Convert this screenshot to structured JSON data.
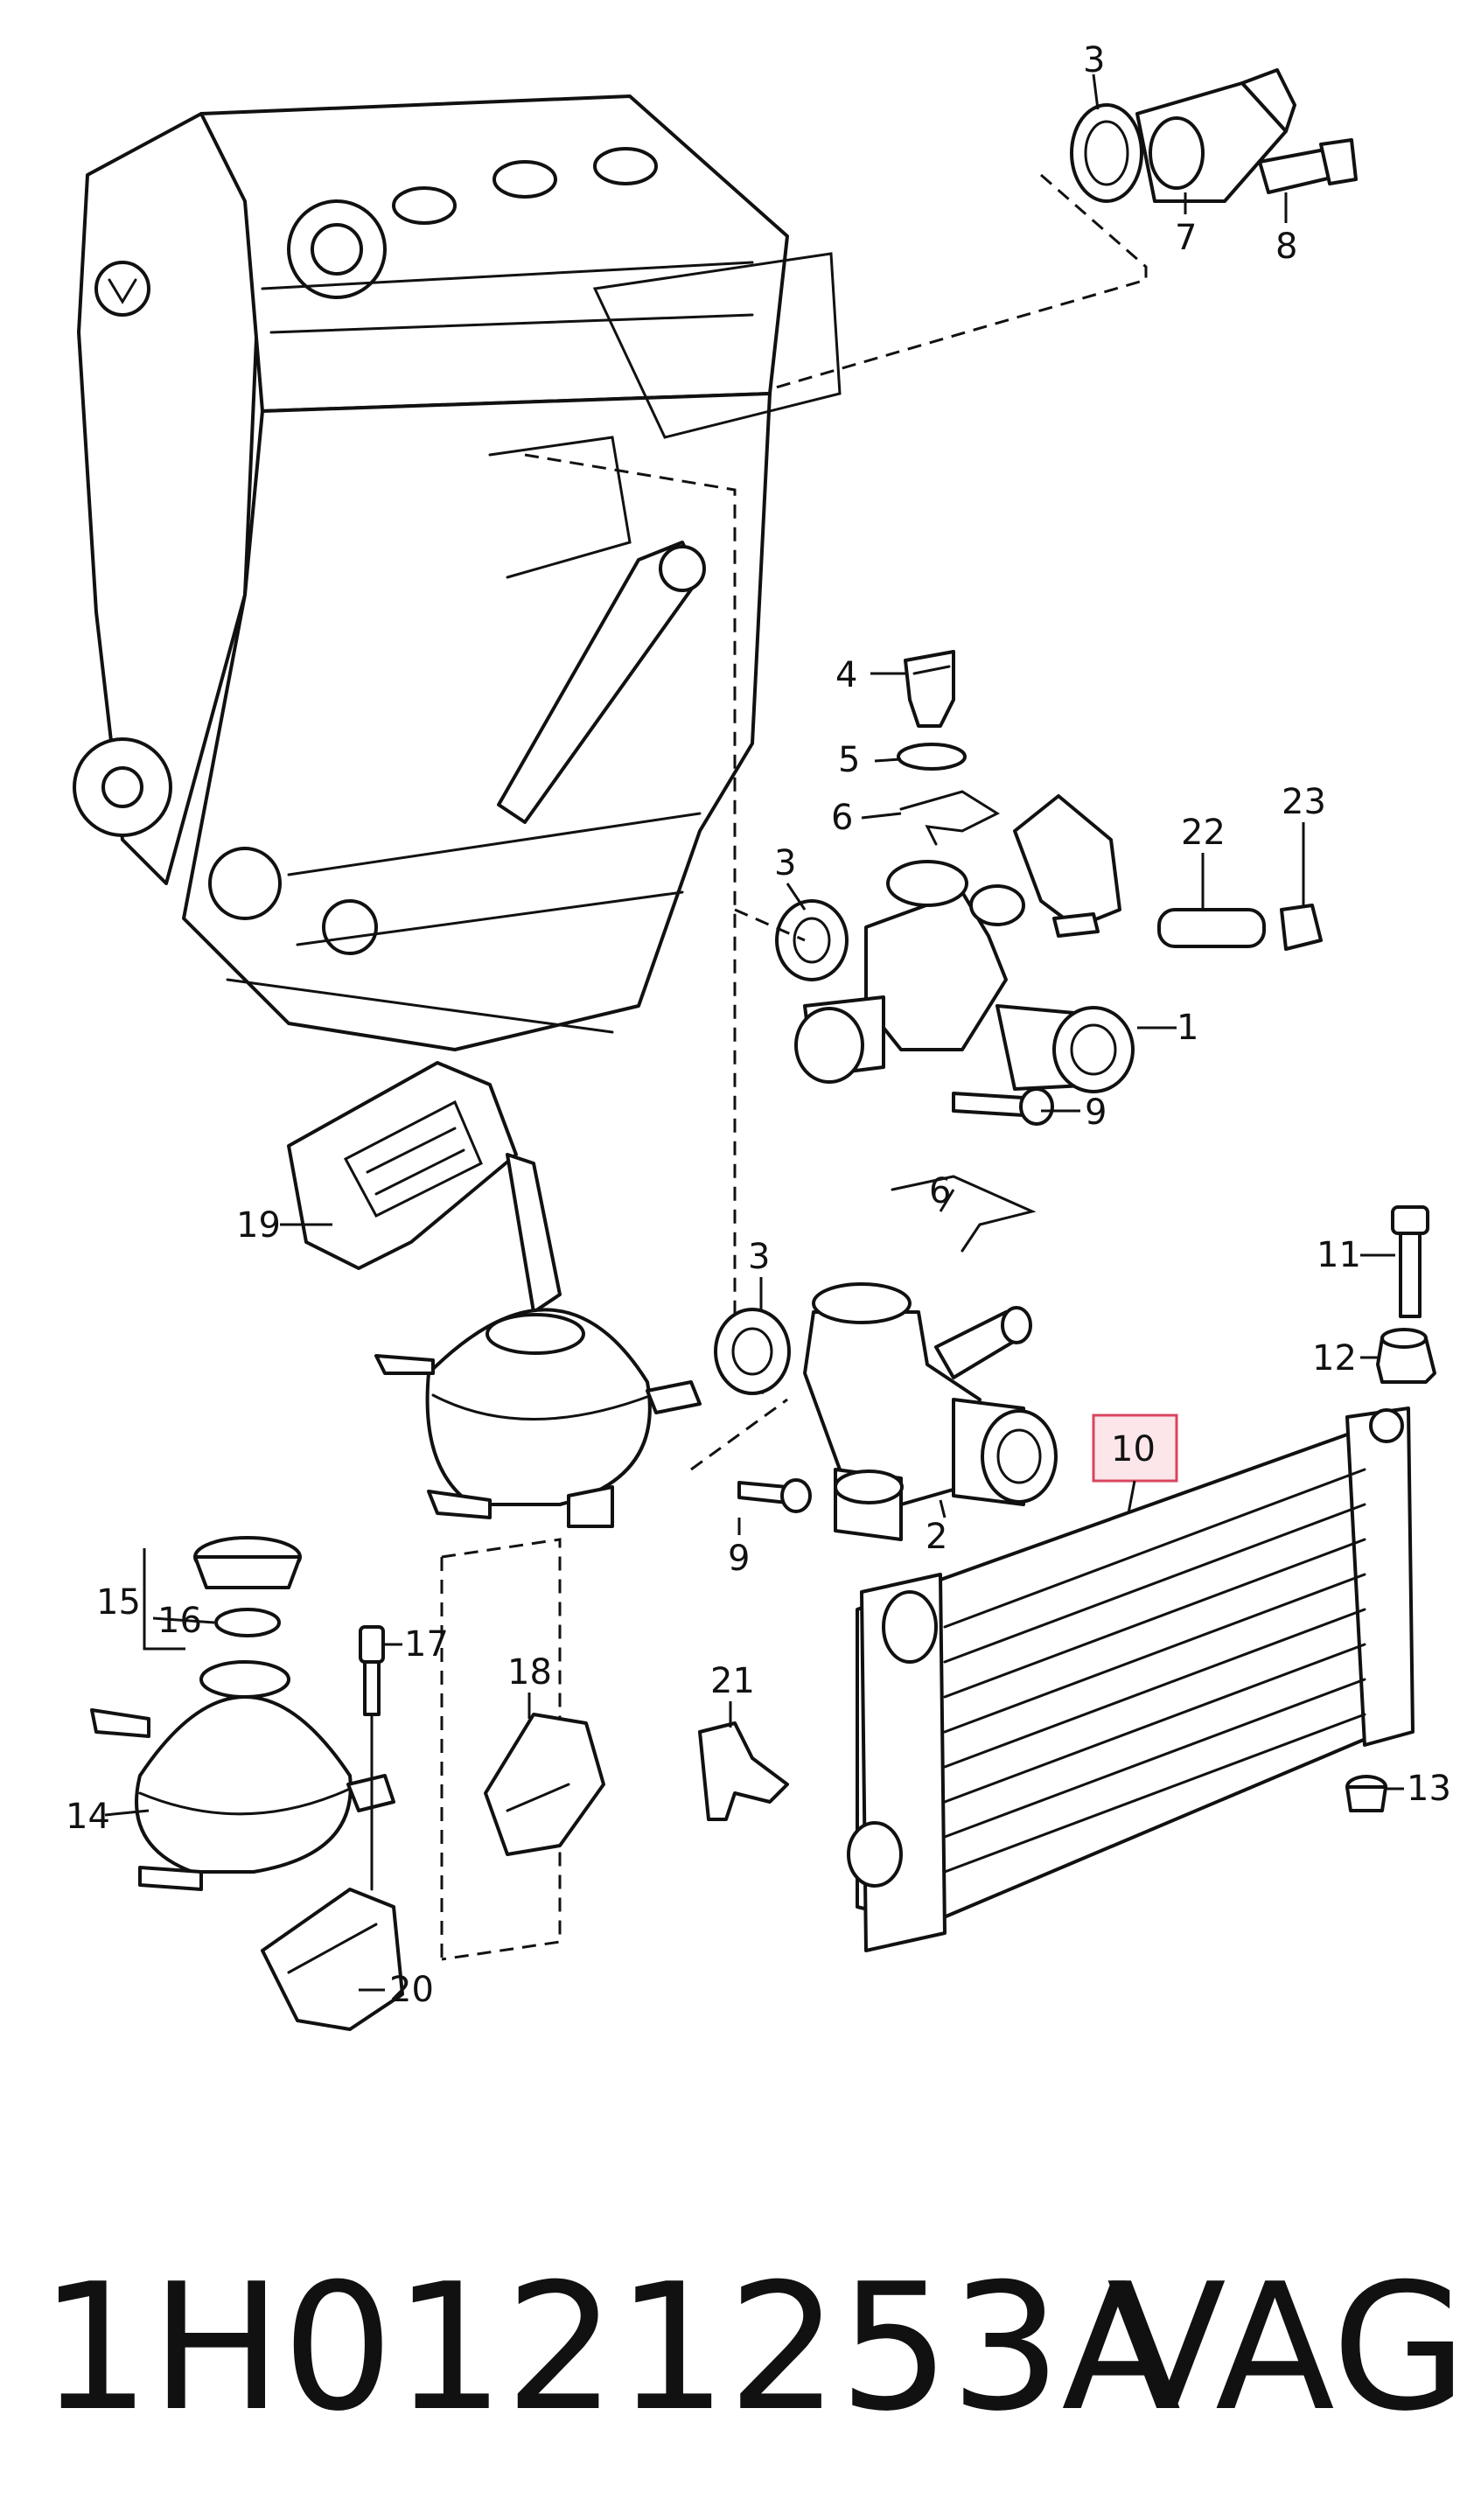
{
  "callouts": [
    "3",
    "7",
    "8",
    "4",
    "5",
    "6",
    "22",
    "23",
    "3",
    "1",
    "9",
    "19",
    "6",
    "3",
    "11",
    "12",
    "10",
    "9",
    "2",
    "15",
    "16",
    "17",
    "18",
    "21",
    "13",
    "14",
    "20"
  ],
  "part_number": "1H0121253A",
  "brand": "VAG",
  "colors": {
    "line": "#111111",
    "highlight_fill": "#fde6ea",
    "highlight_border": "#d9455f"
  }
}
